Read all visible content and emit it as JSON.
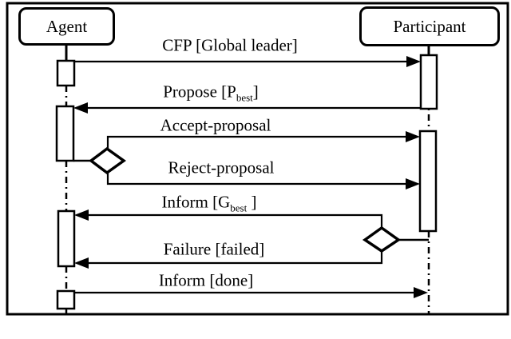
{
  "diagram": {
    "type": "uml-sequence-diagram",
    "colors": {
      "stroke": "#000000",
      "background": "#ffffff"
    },
    "lifelines": [
      {
        "name": "Agent"
      },
      {
        "name": "Participant"
      }
    ],
    "messages": [
      {
        "pre": "CFP [Global leader]",
        "sub": "",
        "post": "",
        "from": "Agent",
        "to": "Participant",
        "direction": "right"
      },
      {
        "pre": "Propose [P",
        "sub": "best",
        "post": "]",
        "from": "Participant",
        "to": "Agent",
        "direction": "left"
      },
      {
        "pre": "Accept-proposal",
        "sub": "",
        "post": "",
        "from": "Agent",
        "to": "Participant",
        "direction": "right"
      },
      {
        "pre": "Reject-proposal",
        "sub": "",
        "post": "",
        "from": "Agent",
        "to": "Participant",
        "direction": "right"
      },
      {
        "pre": "Inform [G",
        "sub": "best",
        "post": " ]",
        "from": "Participant",
        "to": "Agent",
        "direction": "left"
      },
      {
        "pre": "Failure [failed]",
        "sub": "",
        "post": "",
        "from": "Participant",
        "to": "Agent",
        "direction": "left"
      },
      {
        "pre": "Inform [done]",
        "sub": "",
        "post": "",
        "from": "Agent",
        "to": "Participant",
        "direction": "right"
      }
    ]
  }
}
